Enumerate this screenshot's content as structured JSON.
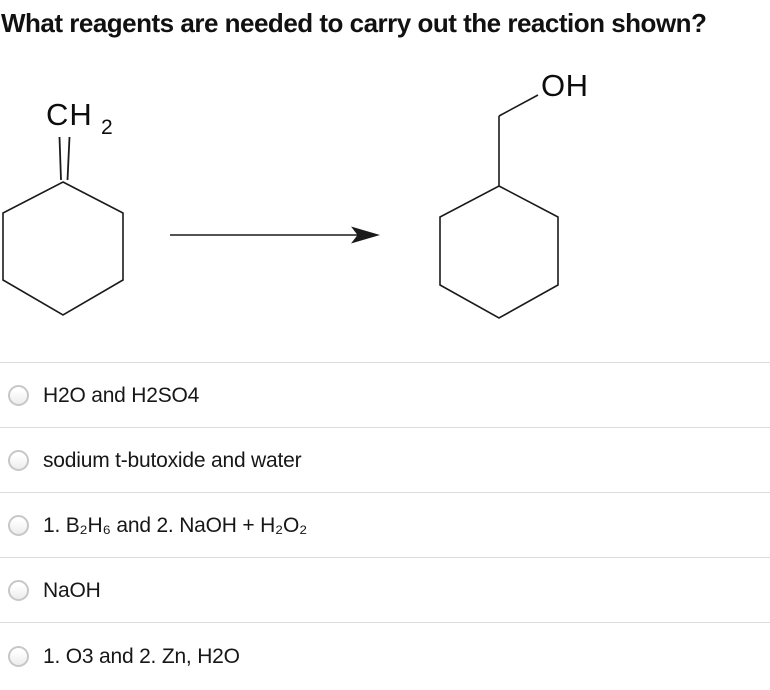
{
  "question": {
    "title": "What reagents are needed to carry out the reaction shown?"
  },
  "reaction": {
    "reactant_label": {
      "main": "CH",
      "sub": "2"
    },
    "product_label": "OH"
  },
  "options": [
    {
      "label": "H2O and H2SO4"
    },
    {
      "label": "sodium t-butoxide and water"
    },
    {
      "label": "1. B₂H₆ and 2. NaOH + H₂O₂"
    },
    {
      "label": "NaOH"
    },
    {
      "label": "1. O3 and 2. Zn, H2O"
    }
  ],
  "colors": {
    "title_text": "#111111",
    "option_text": "#171717",
    "divider": "#dcdcdc",
    "radio_border": "#c7c7c7",
    "structure_stroke": "#1a1a1a"
  }
}
